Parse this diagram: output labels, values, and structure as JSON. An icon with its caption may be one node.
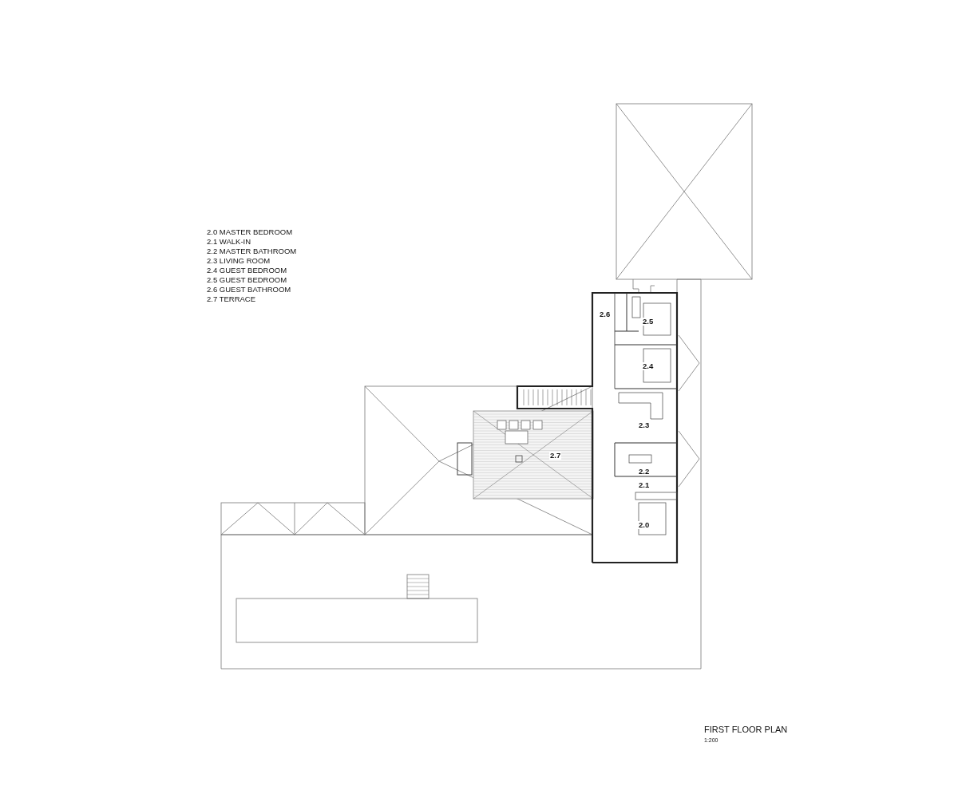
{
  "diagram": {
    "title": "FIRST FLOOR PLAN",
    "labels": [
      "2.0 MASTER BEDROOM",
      "2.1 WALK-IN",
      "2.2 MASTER BATHROOM",
      "2.3 LIVING ROOM",
      "2.4 GUEST BEDROOM",
      "2.5 GUEST BEDROOM",
      "2.6 GUEST BATHROOM",
      "2.7 TERRACE",
      "2.6",
      "2.5",
      "2.4",
      "2.3",
      "2.7",
      "2.2",
      "2.1",
      "2.0",
      "1:200"
    ]
  }
}
